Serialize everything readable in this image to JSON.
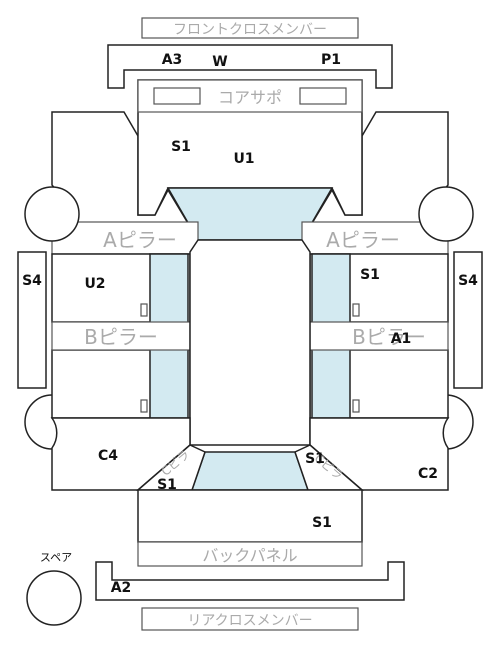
{
  "parts": {
    "front_cross_member": "フロントクロスメンバー",
    "core_support": "コアサポ",
    "a_pillar_left": "Aピラー",
    "a_pillar_right": "Aピラー",
    "b_pillar_left": "Bピラー",
    "b_pillar_right": "Bピラー",
    "back_panel": "バックパネル",
    "rear_cross_member": "リアクロスメンバー",
    "c_pillar_left": "Cピラ",
    "c_pillar_right": "Cピラ",
    "spare": "スペア"
  },
  "codes": {
    "front_left": "A3",
    "front_center": "W",
    "front_right": "P1",
    "hood_left": "S1",
    "hood_center": "U1",
    "left_side": "S4",
    "right_side": "S4",
    "front_door_left": "U2",
    "front_door_right": "S1",
    "b_pillar_right": "A1",
    "rear_left": "C4",
    "c_pillar_right": "S1",
    "rear_right": "C2",
    "c_pillar_left": "S1",
    "trunk": "S1",
    "rear_bumper": "A2"
  }
}
